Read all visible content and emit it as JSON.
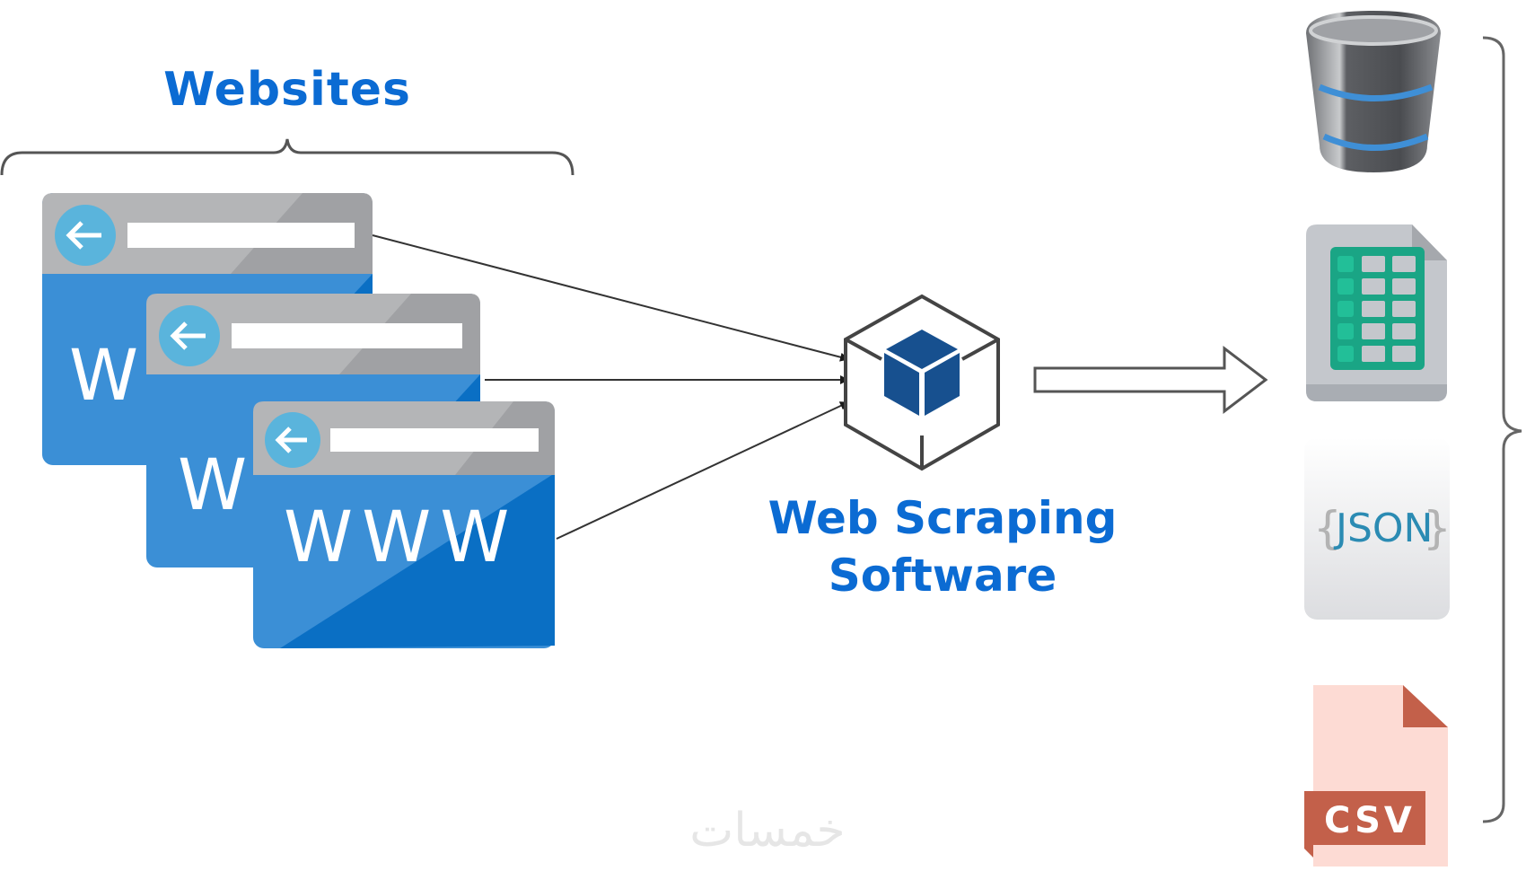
{
  "diagram": {
    "sources_label": "Websites",
    "browser_window_text": "WWW",
    "processor_label_line1": "Web Scraping",
    "processor_label_line2": "Software",
    "outputs": [
      {
        "name": "database",
        "label": ""
      },
      {
        "name": "spreadsheet",
        "label": ""
      },
      {
        "name": "json",
        "label": "JSON",
        "braces_open": "{",
        "braces_close": "}"
      },
      {
        "name": "csv",
        "label": "CSV"
      }
    ],
    "watermark": "خمسات"
  },
  "colors": {
    "label_blue": "#0b6bd3",
    "browser_blue": "#3b8fd6",
    "browser_blue_dark": "#0a6fc4",
    "browser_bar_gray": "#b4b5b7",
    "back_button_blue": "#5ab4dc",
    "cube_blue": "#17508f",
    "spreadsheet_green": "#1aa585",
    "csv_salmon": "#fddbd4",
    "csv_red": "#c3604a",
    "json_blue": "#2b8bb3"
  }
}
